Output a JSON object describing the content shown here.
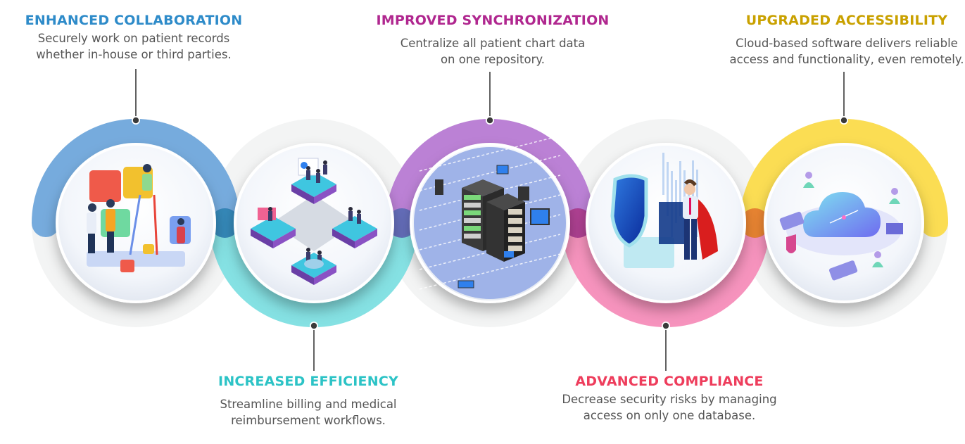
{
  "diagram": {
    "type": "benefits-process-circles",
    "steps": [
      {
        "id": "collaboration",
        "title": "ENHANCED COLLABORATION",
        "description_lines": [
          "Securely work on patient records",
          "whether in-house or third parties."
        ],
        "label_position": "top",
        "color": "#2E8BC9",
        "arc_color": "#6FA6DB",
        "illustration": "puzzle-teamwork-icon"
      },
      {
        "id": "efficiency",
        "title": "INCREASED EFFICIENCY",
        "description_lines": [
          "Streamline billing and medical",
          "reimbursement workflows."
        ],
        "label_position": "bottom",
        "color": "#2CC3C6",
        "arc_color": "#7EDFE2",
        "illustration": "isometric-workflow-icon"
      },
      {
        "id": "synchronization",
        "title": "IMPROVED SYNCHRONIZATION",
        "description_lines": [
          "Centralize all patient chart data",
          "on one repository."
        ],
        "label_position": "top",
        "color": "#B0278F",
        "arc_color": "#B77AD3",
        "illustration": "server-network-icon"
      },
      {
        "id": "compliance",
        "title": "ADVANCED COMPLIANCE",
        "description_lines": [
          "Decrease security risks by managing",
          "access on only one database."
        ],
        "label_position": "bottom",
        "color": "#EE3D5C",
        "arc_color": "#F58DB9",
        "illustration": "security-shield-icon"
      },
      {
        "id": "accessibility",
        "title": "UPGRADED ACCESSIBILITY",
        "description_lines": [
          "Cloud-based software delivers reliable",
          "access and functionality, even remotely."
        ],
        "label_position": "top",
        "color": "#C9A100",
        "arc_color": "#FBDB4A",
        "illustration": "cloud-devices-icon"
      }
    ],
    "joint_colors": [
      "#2E7FB5",
      "#5C6BB8",
      "#A9388F",
      "#E87C2F"
    ],
    "connector_color": "#3A3A3A"
  }
}
